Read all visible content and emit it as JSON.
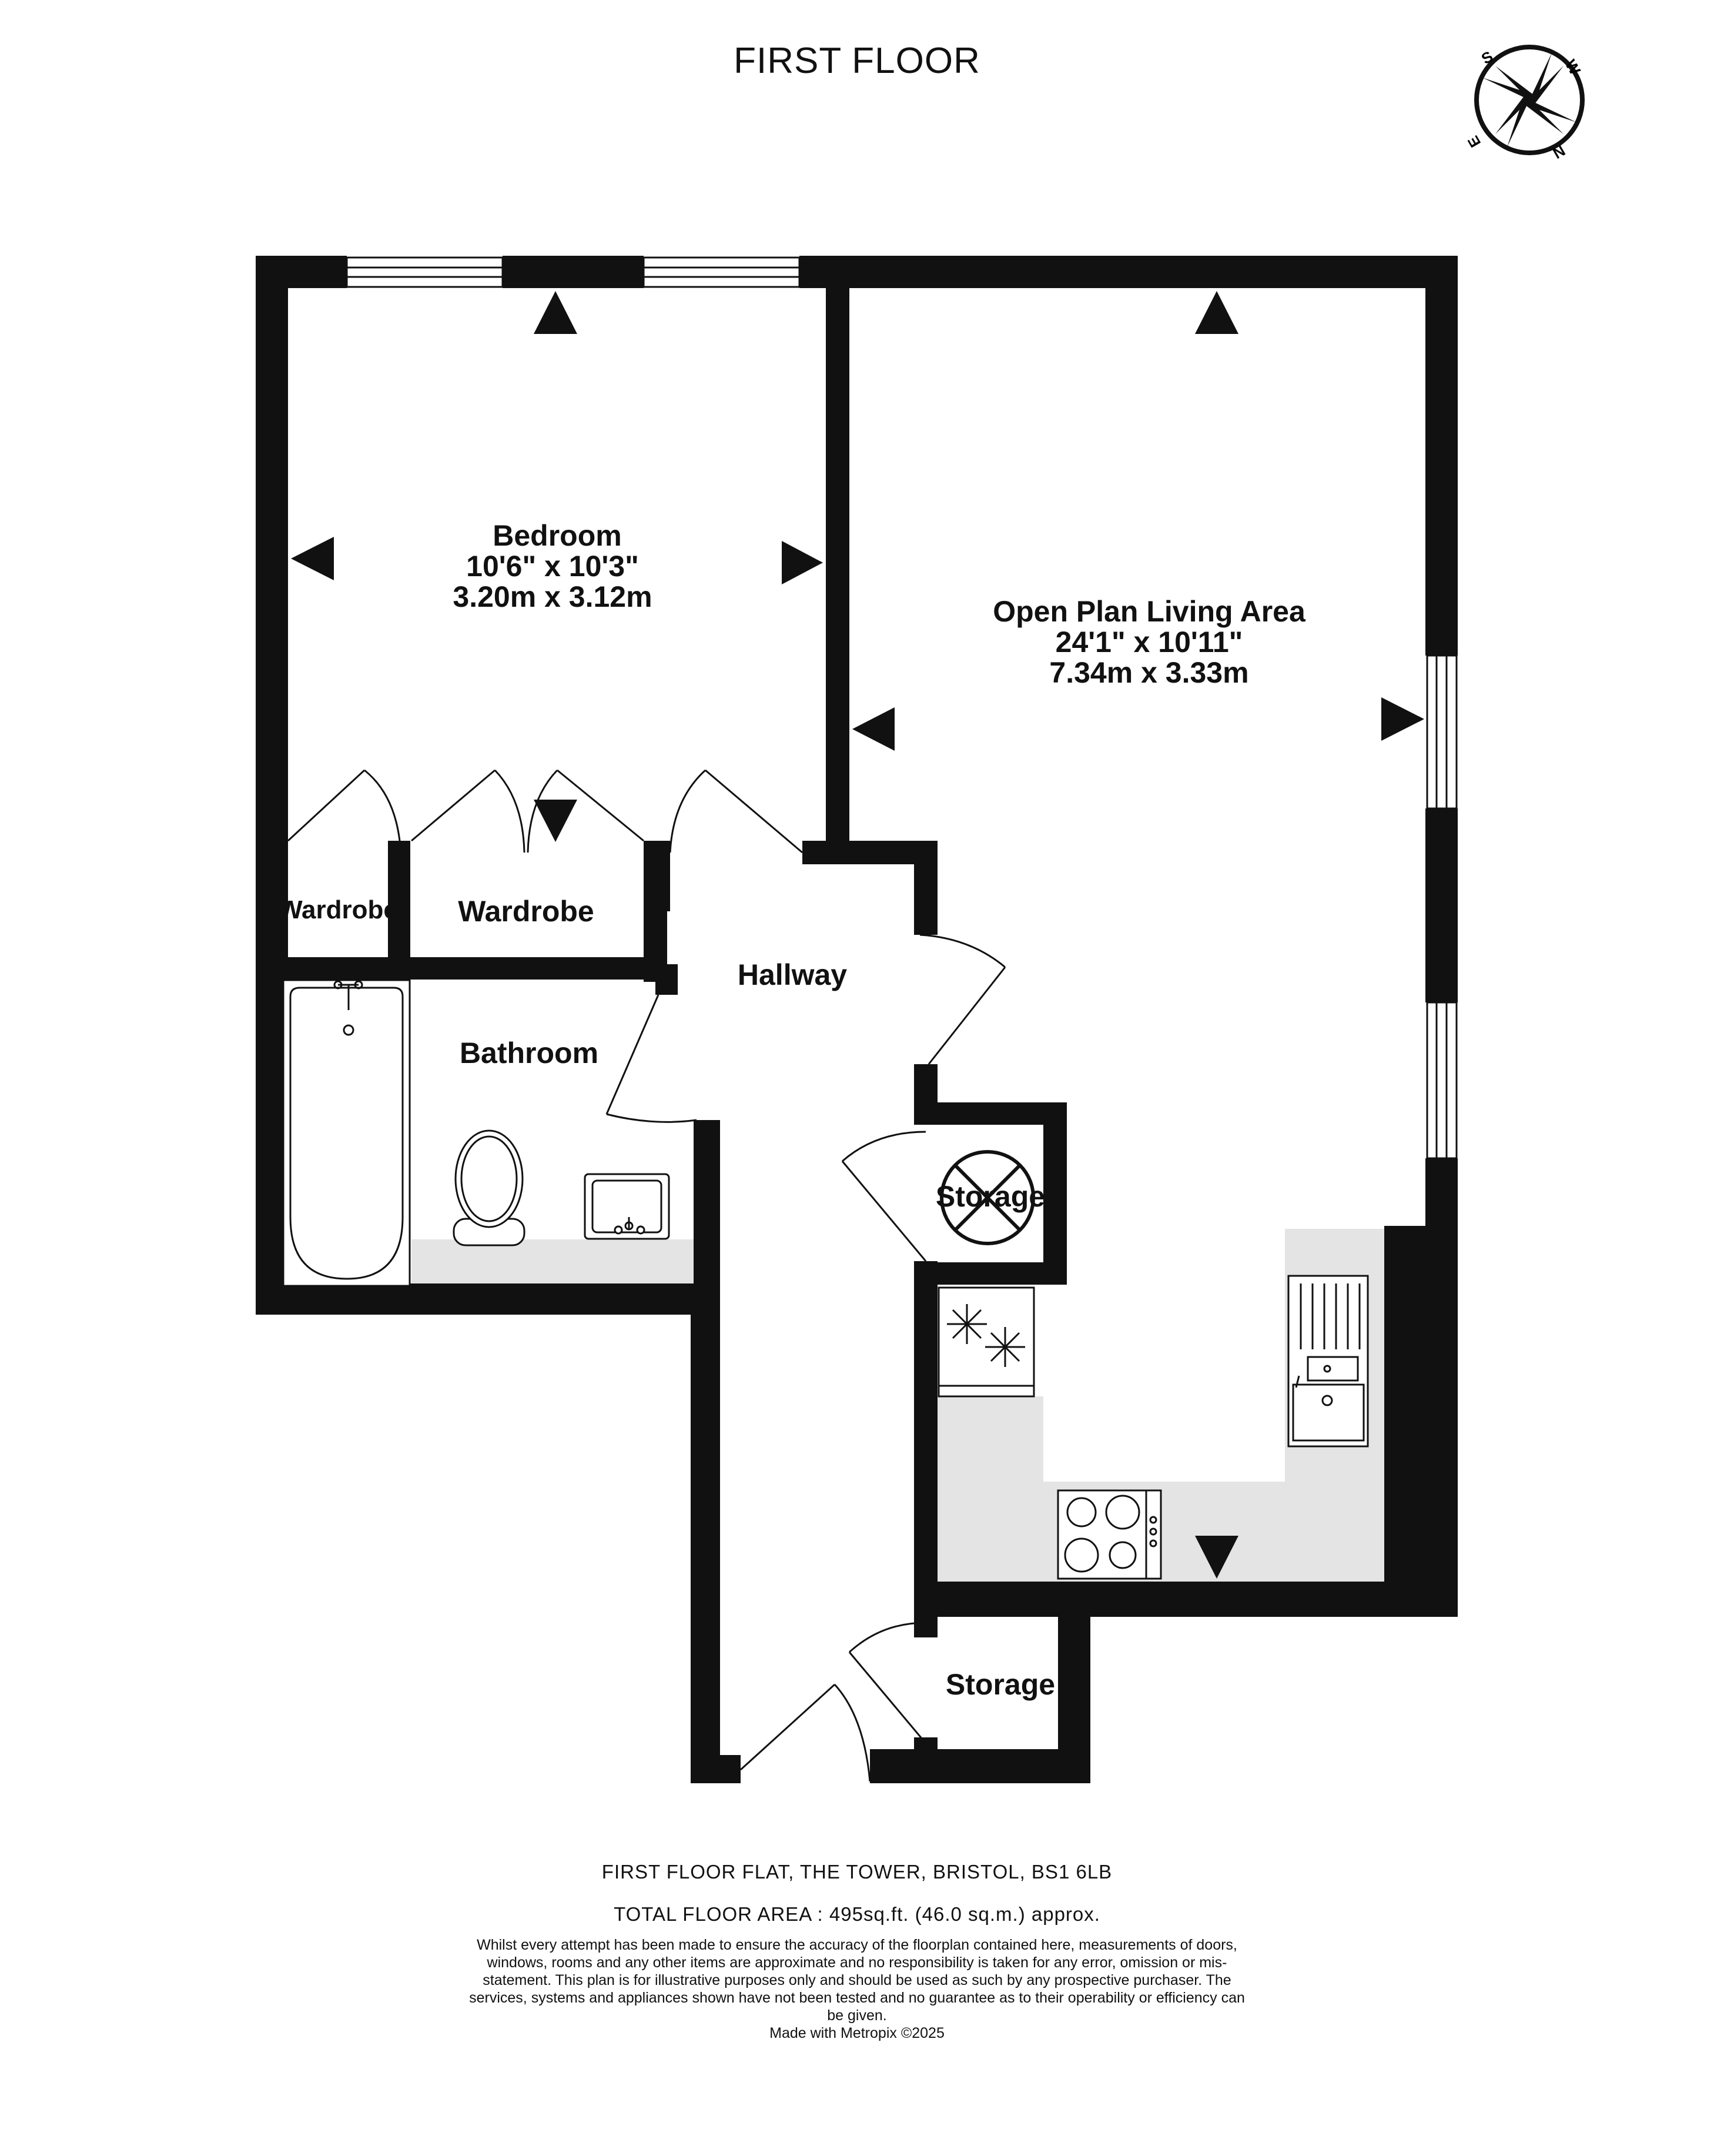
{
  "header": {
    "title": "FIRST FLOOR"
  },
  "compass": {
    "letters": [
      "S",
      "W",
      "E",
      "N"
    ]
  },
  "rooms": {
    "bedroom": {
      "name": "Bedroom",
      "imperial": "10'6\"  x 10'3\"",
      "metric": "3.20m  x 3.12m"
    },
    "living": {
      "name": "Open Plan Living Area",
      "imperial": "24'1\"  x 10'11\"",
      "metric": "7.34m  x 3.33m"
    },
    "wardrobe_small": {
      "name": "Wardrobe"
    },
    "wardrobe": {
      "name": "Wardrobe"
    },
    "hallway": {
      "name": "Hallway"
    },
    "bathroom": {
      "name": "Bathroom"
    },
    "storage_mid": {
      "name": "Storage"
    },
    "storage_bottom": {
      "name": "Storage"
    }
  },
  "footer": {
    "address": "FIRST FLOOR FLAT, THE TOWER, BRISTOL, BS1 6LB",
    "area": "TOTAL FLOOR AREA : 495sq.ft. (46.0 sq.m.) approx.",
    "disclaimer": "Whilst every attempt has been made to ensure the accuracy of the floorplan contained here, measurements of doors, windows, rooms and any other items are approximate and no responsibility is taken for any error, omission or mis-statement. This plan is for illustrative purposes only and should be used as such by any prospective purchaser. The services, systems and appliances shown have not been tested and no guarantee as to their operability or efficiency can be given.",
    "made_with": "Made with Metropix ©2025"
  },
  "icons": [
    "compass-icon",
    "dimension-arrow-icon",
    "bathtub-icon",
    "toilet-icon",
    "basin-icon",
    "freezer-icon",
    "sink-icon",
    "hob-icon",
    "boiler-icon"
  ],
  "colors": {
    "wall": "#111111",
    "fixture_fill": "#e4e4e4",
    "background": "#ffffff"
  }
}
